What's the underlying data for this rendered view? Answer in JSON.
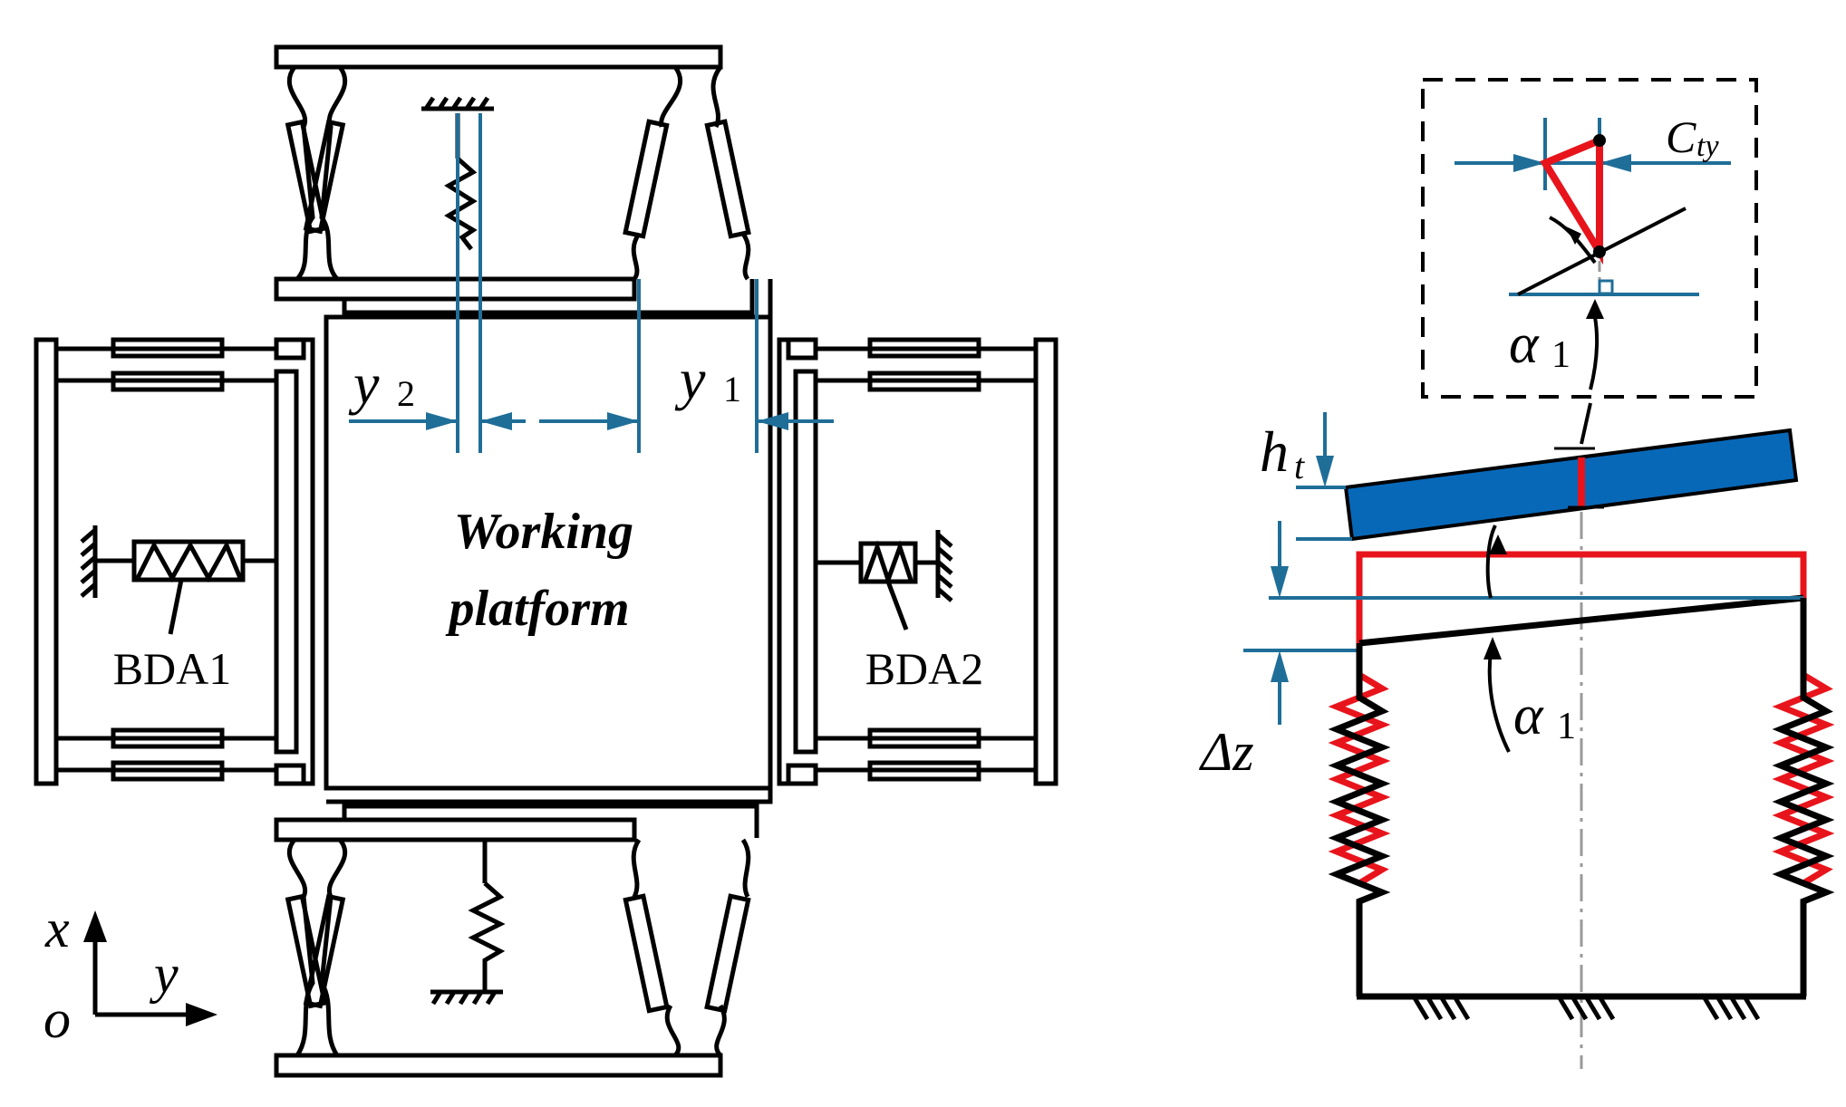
{
  "figure": {
    "left_diagram": {
      "center_label_line1": "Working",
      "center_label_line2": "platform",
      "actuator_left": "BDA1",
      "actuator_right": "BDA2",
      "dim_y1_symbol": "y",
      "dim_y1_sub": "1",
      "dim_y2_symbol": "y",
      "dim_y2_sub": "2",
      "axis_x": "x",
      "axis_y": "y",
      "axis_origin": "o"
    },
    "right_diagram": {
      "inset_label_main": "C",
      "inset_label_sub": "ty",
      "angle_symbol": "α",
      "angle_sub": "1",
      "height_symbol": "h",
      "height_sub": "t",
      "delta_z": "Δz"
    },
    "colors": {
      "structure": "#000000",
      "dimension": "#1f6e98",
      "highlight": "#e8141c",
      "tilted_platform": "#0868b8"
    }
  }
}
